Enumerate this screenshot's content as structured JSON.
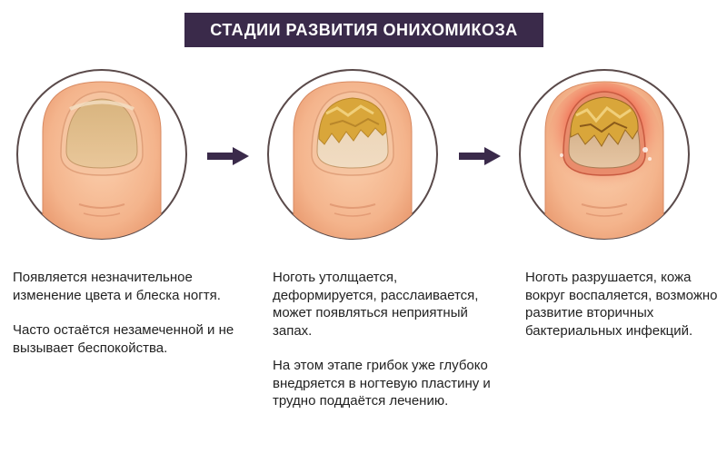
{
  "title": "СТАДИИ РАЗВИТИЯ ОНИХОМИКОЗА",
  "colors": {
    "banner": "#3a2a4a",
    "arrow": "#3a2a4a",
    "circle_outline": "#5a4a4a",
    "skin": "#f4b48c",
    "nail_healthy": "#e3c08a",
    "fungus": "#d9a63a",
    "inflammation": "#f06a50"
  },
  "stages": [
    {
      "paragraphs": [
        "Появляется незначительное изменение цвета и блеска ногтя.",
        "Часто остаётся незамеченной и не вызывает беспокойства."
      ]
    },
    {
      "paragraphs": [
        "Ноготь утолщается, деформируется, расслаивается, может появляться неприятный запах.",
        "На этом этапе грибок уже глубоко внедряется в ногтевую пластину и трудно поддаётся лечению."
      ]
    },
    {
      "paragraphs": [
        "Ноготь разрушается, кожа вокруг воспаляется, возможно развитие вторичных бактериальных инфекций."
      ]
    }
  ],
  "icons": {
    "arrow": "arrow-right-icon",
    "finger": "finger-nail-icon"
  }
}
